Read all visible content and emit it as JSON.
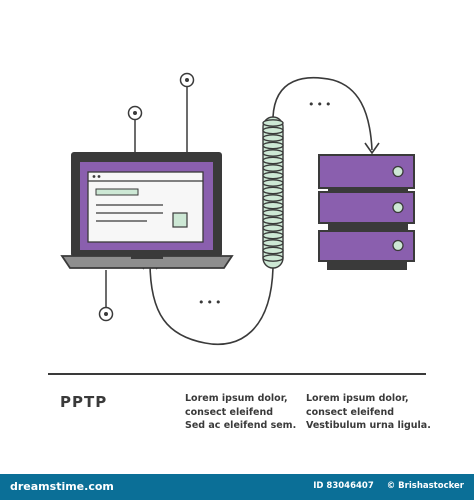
{
  "diagram": {
    "title": "PPTP",
    "captions": [
      [
        "Lorem ipsum dolor,",
        "consect eleifend",
        "Sed ac eleifend sem."
      ],
      [
        "Lorem ipsum dolor,",
        "consect eleifend",
        "Vestibulum urna ligula."
      ]
    ],
    "ellipsis_top": "•••",
    "ellipsis_bottom": "•••"
  },
  "footer": {
    "brand": "dreamstime.com",
    "id_text": "ID 83046407",
    "copyright": "© Brishastocker"
  },
  "colors": {
    "outline": "#3a3a3a",
    "purple": "#8a5fae",
    "green_light": "#cde8d5",
    "screen_bg": "#f7f7f7",
    "footer_bg": "#0b6f97"
  },
  "icons": [
    "laptop-icon",
    "server-rack-icon",
    "tunnel-pipe-icon",
    "antenna-icon",
    "arrow-icon"
  ]
}
